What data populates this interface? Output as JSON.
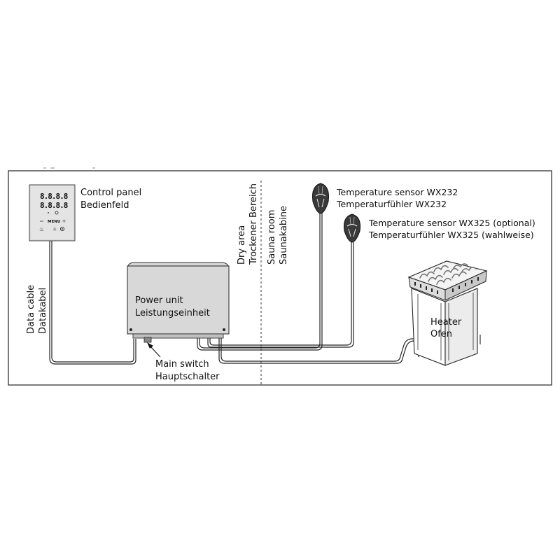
{
  "control_panel": {
    "label_en": "Control panel",
    "label_de": "Bedienfeld",
    "display_top": "8.8.8.8",
    "display_bottom": "8.8.8.8",
    "menu_label": "MENU"
  },
  "power_unit": {
    "label_en": "Power unit",
    "label_de": "Leistungseinheit"
  },
  "data_cable": {
    "label_en": "Data cable",
    "label_de": "Datakabel"
  },
  "main_switch": {
    "label_en": "Main switch",
    "label_de": "Hauptschalter"
  },
  "zones": {
    "dry_en": "Dry area",
    "dry_de": "Trockener Bereich",
    "sauna_en": "Sauna room",
    "sauna_de": "Saunakabine"
  },
  "sensor_wx232": {
    "label_en": "Temperature sensor WX232",
    "label_de": "Temperaturfühler WX232"
  },
  "sensor_wx325": {
    "label_en": "Temperature sensor WX325 (optional)",
    "label_de": "Temperaturfühler WX325 (wahlweise)"
  },
  "heater": {
    "label_en": "Heater",
    "label_de": "Ofen"
  }
}
